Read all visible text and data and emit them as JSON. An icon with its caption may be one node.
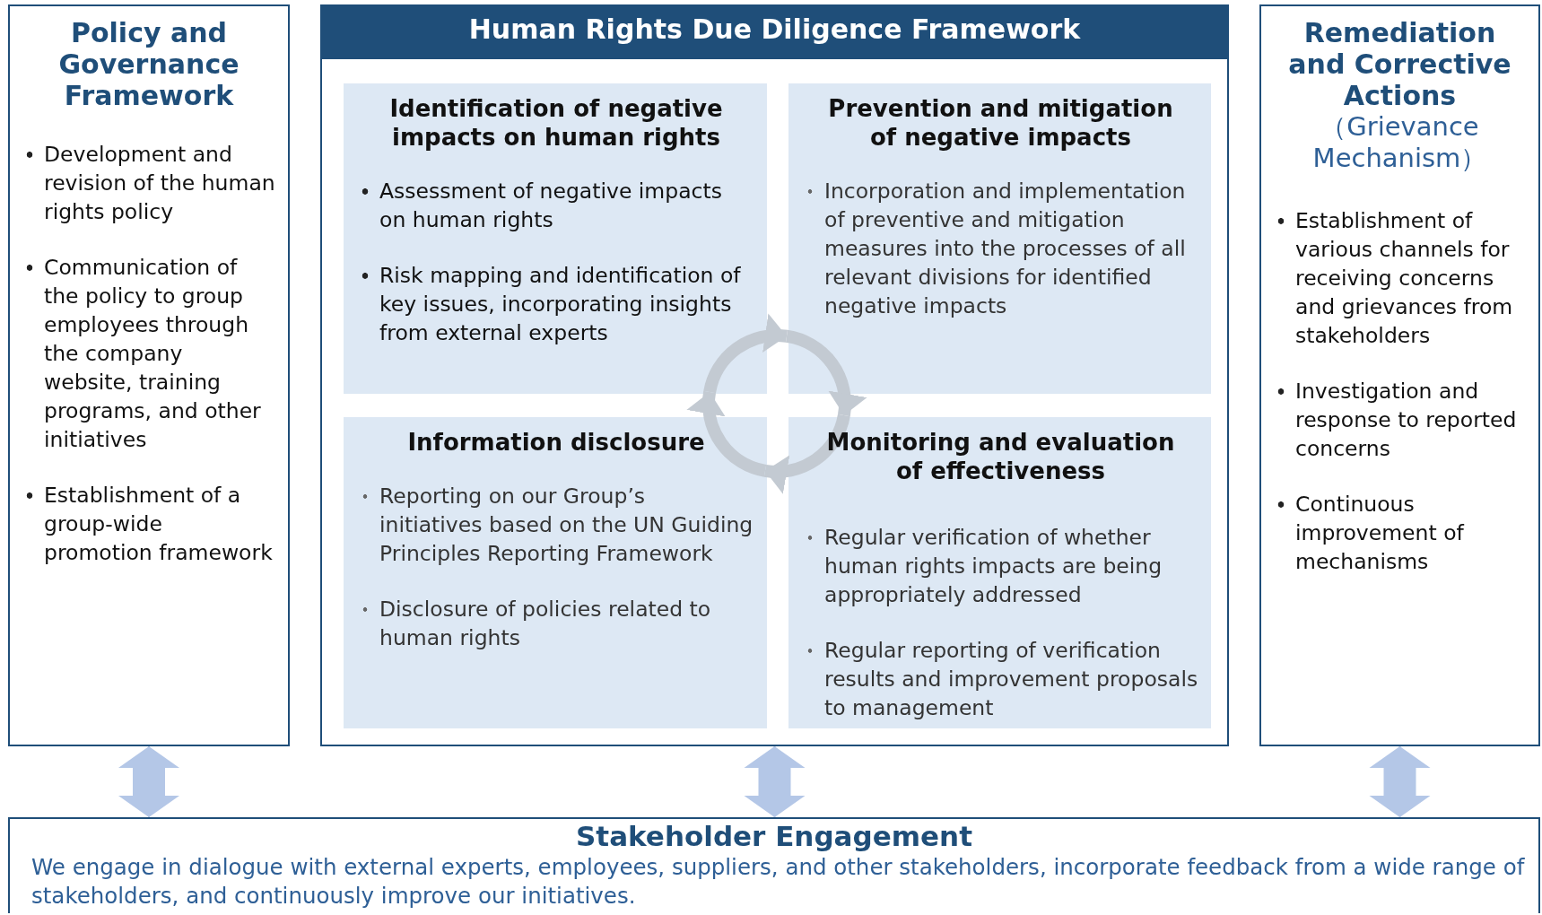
{
  "diagram": {
    "nodes": [
      {
        "text": [
          "Policy and Governance Framework",
          "Development and revision of the human rights policy",
          "Communication of the policy to group employees through the company website, training programs, and other initiatives",
          "Establishment of a group-wide promotion framework"
        ]
      },
      {
        "text": [
          "Human Rights Due Diligence Framework"
        ]
      },
      {
        "text": [
          "Identification of negative impacts on human rights",
          "Assessment of negative impacts on human rights",
          "Risk mapping and identification of key issues, incorporating insights from external experts"
        ],
        "in": 1
      },
      {
        "text": [
          "Prevention and mitigation of negative impacts",
          "Incorporation and implementation of preventive and mitigation measures into the processes of all relevant divisions for identified negative impacts"
        ],
        "in": 1
      },
      {
        "text": [
          "Information disclosure",
          "Reporting on our Group’s initiatives based on the UN Guiding Principles Reporting Framework",
          "Disclosure of policies related to human rights"
        ],
        "in": 1
      },
      {
        "text": [
          "Monitoring and evaluation of effectiveness",
          "Regular verification of whether human rights impacts are being appropriately addressed",
          "Regular reporting of verification results and improvement proposals to management"
        ],
        "in": 1
      },
      {
        "text": [
          "Remediation and Corrective Actions",
          "（Grievance Mechanism）",
          "Establishment of various channels for receiving concerns and grievances from stakeholders",
          "Investigation and response to reported concerns",
          "Continuous improvement of mechanisms"
        ]
      },
      {
        "text": [
          "Stakeholder Engagement",
          "We engage in dialogue with external experts, employees, suppliers, and other stakeholders, incorporate feedback from a wide range of stakeholders, and continuously improve our initiatives."
        ]
      }
    ],
    "edges": [
      {
        "from": 0,
        "to": 7,
        "arrow": "both"
      },
      {
        "from": 1,
        "to": 7,
        "arrow": "both"
      },
      {
        "from": 6,
        "to": 7,
        "arrow": "both"
      },
      {
        "from": 2,
        "to": 3,
        "arrow": "to"
      },
      {
        "from": 3,
        "to": 5,
        "arrow": "to"
      },
      {
        "from": 5,
        "to": 4,
        "arrow": "to"
      },
      {
        "from": 4,
        "to": 2,
        "arrow": "to"
      }
    ]
  }
}
